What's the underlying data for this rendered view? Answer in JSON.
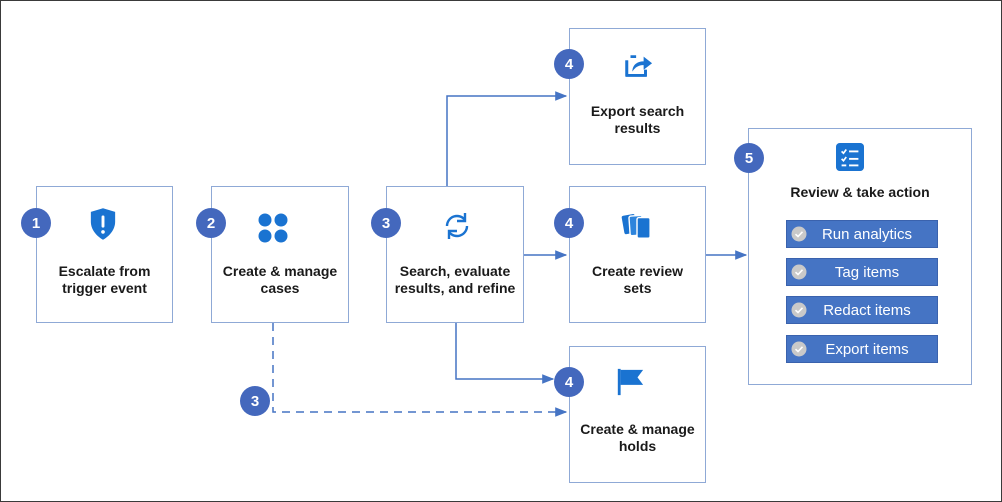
{
  "colors": {
    "badge": "#4468bd",
    "icon": "#1a73d1",
    "connector": "#4574c4",
    "box_border": "#8fa9d6",
    "action_bg": "#4574c4"
  },
  "steps": {
    "escalate": {
      "number": "1",
      "label": "Escalate from\ntrigger event",
      "icon": "shield-alert-icon"
    },
    "cases": {
      "number": "2",
      "label": "Create & manage\ncases",
      "icon": "four-dots-grid-icon"
    },
    "search": {
      "number": "3",
      "label": "Search, evaluate\nresults, and refine",
      "icon": "refresh-arrows-icon"
    },
    "export_results": {
      "number": "4",
      "label": "Export search\nresults",
      "icon": "share-arrow-icon"
    },
    "review_sets": {
      "number": "4",
      "label": "Create review\nsets",
      "icon": "stacked-cards-icon"
    },
    "holds": {
      "number": "4",
      "label": "Create & manage\nholds",
      "icon": "flag-icon"
    },
    "dashed_step": {
      "number": "3"
    },
    "review": {
      "number": "5",
      "label": "Review & take action",
      "icon": "checklist-icon",
      "actions": [
        {
          "label": "Run analytics"
        },
        {
          "label": "Tag items"
        },
        {
          "label": "Redact items"
        },
        {
          "label": "Export items"
        }
      ]
    }
  }
}
